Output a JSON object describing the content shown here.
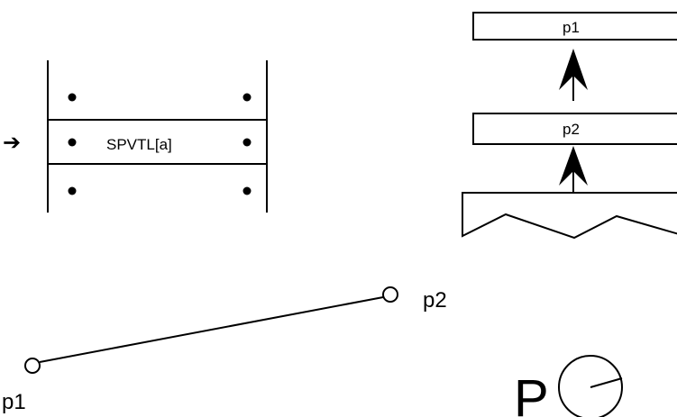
{
  "stack_frame": {
    "arrow_glyph": "➔",
    "instruction_label": "SPVTL[a]"
  },
  "pointer_stack": {
    "top_label": "p1",
    "bottom_label": "p2"
  },
  "line_segment": {
    "start_label": "p1",
    "end_label": "p2"
  },
  "projection": {
    "letter": "P"
  },
  "colors": {
    "ink": "#000000",
    "background": "#ffffff"
  }
}
